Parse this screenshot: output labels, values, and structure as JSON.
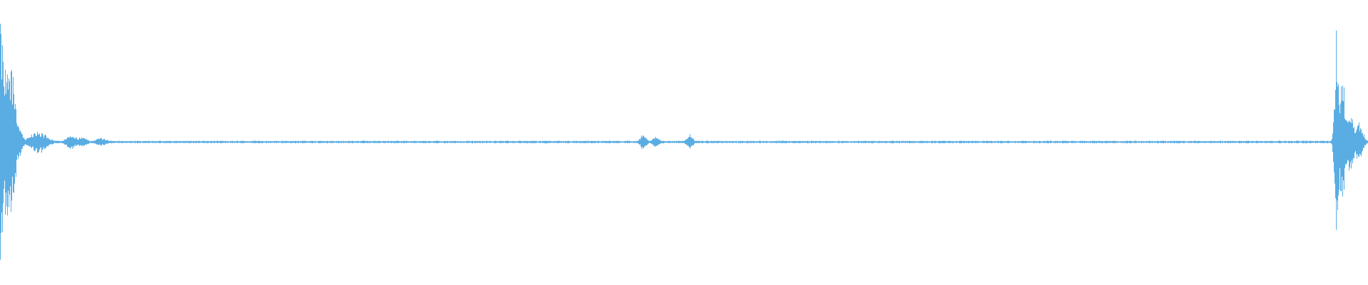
{
  "colors": {
    "background": "#ffffff",
    "waveform": "#5aade3"
  },
  "waveform": {
    "description_kind": "audio-amplitude-waveform",
    "bursts": [
      {
        "at": 0.0,
        "amplitude": 0.98,
        "spread": 0.0045
      },
      {
        "at": 0.006,
        "amplitude": 0.7,
        "spread": 0.006
      },
      {
        "at": 0.014,
        "amplitude": 0.12,
        "spread": 0.003
      },
      {
        "at": 0.028,
        "amplitude": 0.09,
        "spread": 0.008
      },
      {
        "at": 0.052,
        "amplitude": 0.06,
        "spread": 0.005
      },
      {
        "at": 0.06,
        "amplitude": 0.05,
        "spread": 0.004
      },
      {
        "at": 0.074,
        "amplitude": 0.03,
        "spread": 0.006
      },
      {
        "at": 0.47,
        "amplitude": 0.06,
        "spread": 0.003
      },
      {
        "at": 0.479,
        "amplitude": 0.05,
        "spread": 0.003
      },
      {
        "at": 0.504,
        "amplitude": 0.06,
        "spread": 0.003
      },
      {
        "at": 0.977,
        "amplitude": 0.96,
        "spread": 0.002
      },
      {
        "at": 0.981,
        "amplitude": 0.55,
        "spread": 0.003
      },
      {
        "at": 0.987,
        "amplitude": 0.28,
        "spread": 0.004
      },
      {
        "at": 0.993,
        "amplitude": 0.15,
        "spread": 0.004
      }
    ],
    "noise_floor": 0.006
  }
}
